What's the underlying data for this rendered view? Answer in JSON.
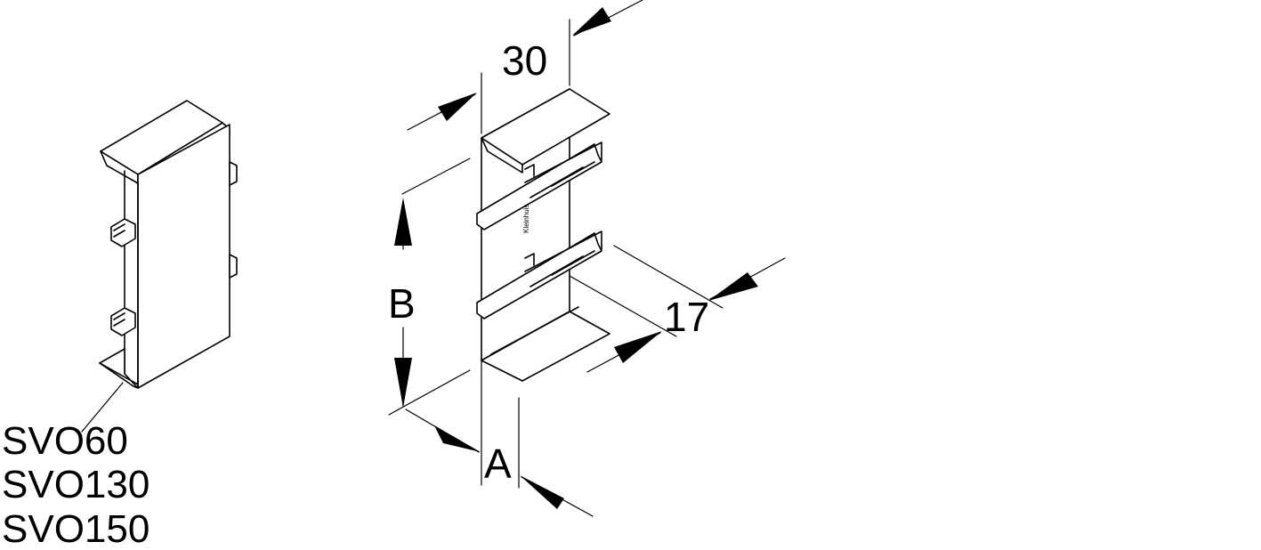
{
  "dimensions": {
    "width_label": "30",
    "height_label": "B",
    "depth_label": "A",
    "tab_label": "17"
  },
  "part_numbers": [
    "SVO60",
    "SVO130",
    "SVO150"
  ],
  "colors": {
    "line": "#000000",
    "background": "#ffffff"
  }
}
